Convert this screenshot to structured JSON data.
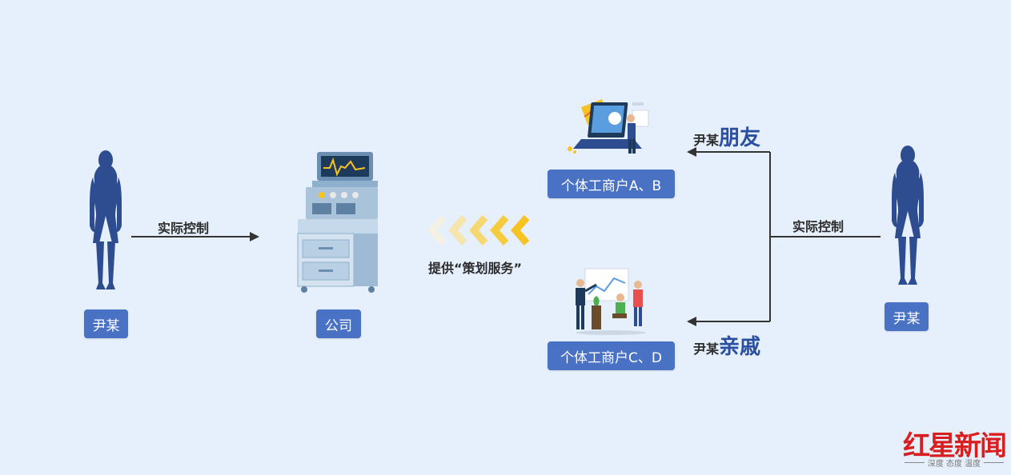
{
  "persons": {
    "left_name": "尹某",
    "right_name": "尹某"
  },
  "company": {
    "label": "公司"
  },
  "left_relation": {
    "label": "实际控制"
  },
  "right_relation": {
    "label": "实际控制"
  },
  "service": {
    "label": "提供“策划服务”"
  },
  "business_ab": {
    "label": "个体工商户A、B"
  },
  "business_cd": {
    "label": "个体工商户C、D"
  },
  "friend": {
    "prefix": "尹某",
    "emphasis": "朋友"
  },
  "relative": {
    "prefix": "尹某",
    "emphasis": "亲戚"
  },
  "watermark": {
    "name": "红星新闻",
    "slogan": "深度 态度 温度"
  },
  "colors": {
    "background": "#e6f0fc",
    "tag": "#4a72c4",
    "silhouette": "#2e4d91",
    "chevron": "#f6c323",
    "watermark": "#d81e1e"
  }
}
